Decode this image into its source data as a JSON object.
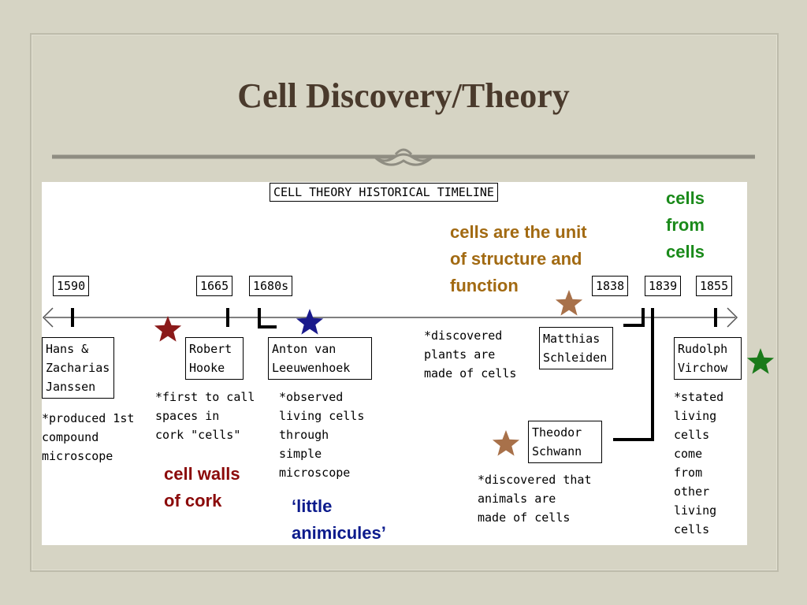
{
  "slide": {
    "title": "Cell Discovery/Theory"
  },
  "timeline": {
    "header": "CELL THEORY HISTORICAL TIMELINE",
    "years": [
      "1590",
      "1665",
      "1680s",
      "1838",
      "1839",
      "1855"
    ],
    "people": [
      {
        "name": "Hans &\nZacharias\nJanssen",
        "note": "*produced 1st\n  compound\n  microscope"
      },
      {
        "name": "Robert\nHooke",
        "note": "*first to call\n  spaces in\n  cork \"cells\""
      },
      {
        "name": "Anton van\nLeeuwenhoek",
        "note": "*observed\n  living cells\n  through\n  simple\n  microscope"
      },
      {
        "name": "Matthias\nSchleiden",
        "note": "*discovered\n  plants are\n  made of cells"
      },
      {
        "name": "Theodor\nSchwann",
        "note": "*discovered that\n  animals are\n  made of cells"
      },
      {
        "name": "Rudolph\nVirchow",
        "note": "*stated\n  living\n  cells\n  come\n  from\n  other\n  living\n  cells"
      }
    ]
  },
  "callouts": [
    {
      "text": "cell walls\nof cork",
      "color": "#8b0a0a"
    },
    {
      "text": "‘little\nanimicules’",
      "color": "#0b1a8c"
    },
    {
      "text": "cells are the unit\nof structure and\nfunction",
      "color": "#a26a12"
    },
    {
      "text": "cells\nfrom\ncells",
      "color": "#1a8a1a"
    }
  ],
  "stars": [
    {
      "name": "red-star",
      "color": "#8b1a1a"
    },
    {
      "name": "blue-star",
      "color": "#1a1a8c"
    },
    {
      "name": "brown-star-schleiden",
      "color": "#a8714a"
    },
    {
      "name": "brown-star-schwann",
      "color": "#a8714a"
    },
    {
      "name": "green-star",
      "color": "#1a7a1a"
    }
  ]
}
